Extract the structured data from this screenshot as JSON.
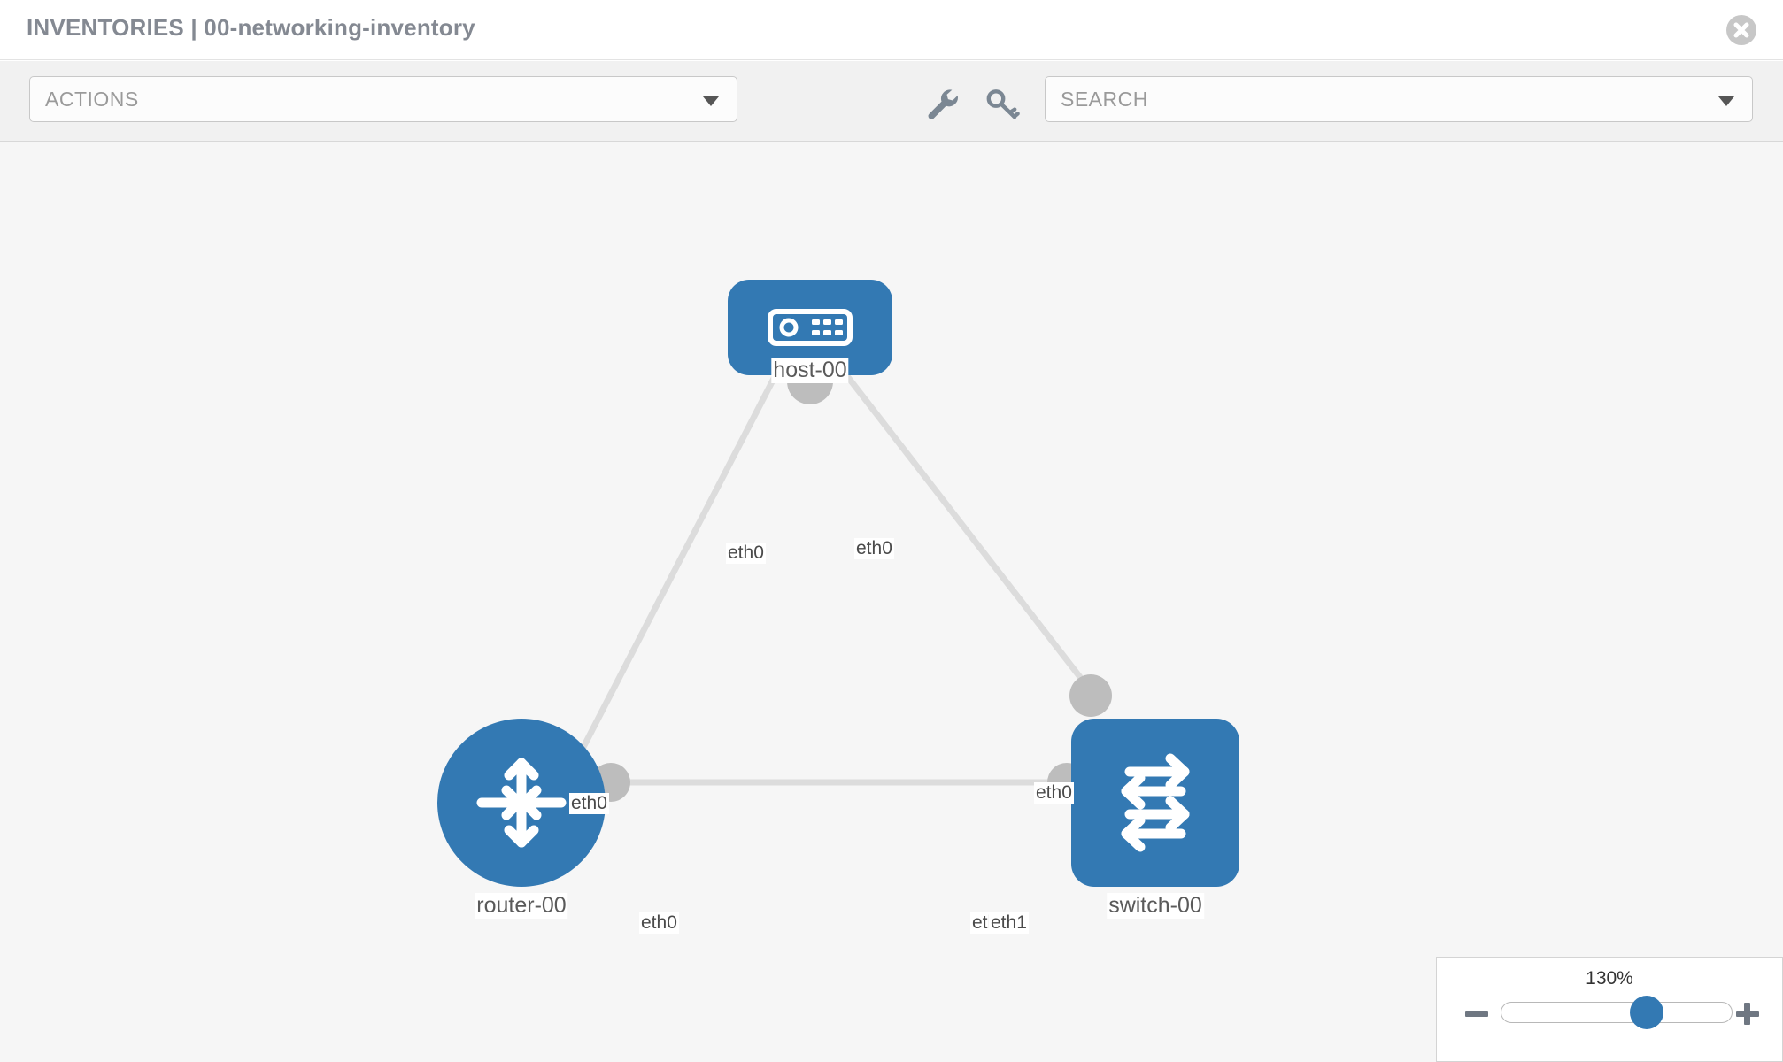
{
  "header": {
    "title": "INVENTORIES | 00-networking-inventory",
    "close_icon": "close-circle-icon"
  },
  "toolbar": {
    "actions": {
      "label": "ACTIONS",
      "caret_icon": "chevron-down-icon"
    },
    "icons": [
      {
        "name": "wrench-icon",
        "title": "wrench"
      },
      {
        "name": "key-icon",
        "title": "key"
      }
    ],
    "search": {
      "placeholder": "SEARCH",
      "value": "SEARCH",
      "caret_icon": "chevron-down-icon"
    }
  },
  "canvas": {
    "background_color": "#f6f6f6",
    "node_color": "#3379b3",
    "link_color": "#dcdcdc",
    "connector_color": "#bdbdbd",
    "nodes": [
      {
        "id": "host-00",
        "label": "host-00",
        "icon": "server-icon",
        "shape": "rounded-rect"
      },
      {
        "id": "router-00",
        "label": "router-00",
        "icon": "router-arrows-icon",
        "shape": "circle"
      },
      {
        "id": "switch-00",
        "label": "switch-00",
        "icon": "switch-arrows-icon",
        "shape": "rounded-square"
      }
    ],
    "links": [
      {
        "from": "host-00",
        "to": "router-00",
        "from_iface": "eth0",
        "to_iface": "eth0"
      },
      {
        "from": "host-00",
        "to": "switch-00",
        "from_iface": "eth0",
        "to_iface": "eth0"
      },
      {
        "from": "router-00",
        "to": "switch-00",
        "from_iface": "eth0",
        "to_iface": "eth1"
      }
    ],
    "iface_labels": {
      "host_left": "eth0",
      "host_right": "eth0",
      "router_upper": "eth0",
      "switch_upper": "eth0",
      "router_right": "eth0",
      "switch_left_overlap": "eth0",
      "switch_left": "eth1"
    }
  },
  "zoom_control": {
    "value_label": "130%",
    "minus_label": "-",
    "plus_label": "+",
    "slider_percent": 63
  }
}
